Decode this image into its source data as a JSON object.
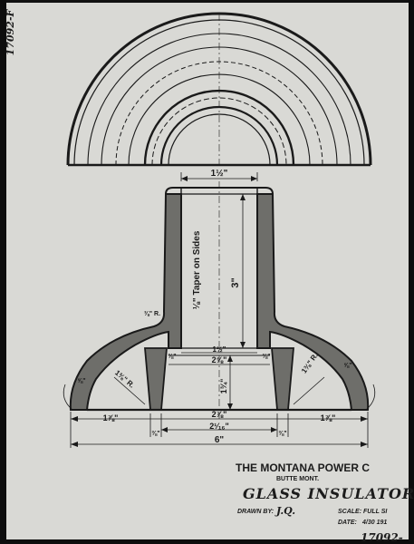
{
  "sheet": {
    "side_number": "17092-F",
    "bottom_number": "17092-",
    "colors": {
      "paper": "#d9d9d5",
      "ink": "#1a1a1a",
      "shade": "#6e6e6a",
      "border": "#0d0d0d"
    }
  },
  "dimensions": {
    "top_width": "1½\"",
    "taper_note": "⅛\" Taper on Sides",
    "inner_height": "3\"",
    "bore_bottom": "1½\"",
    "bore_mid": "2⅝\"",
    "pin_height": "1¾\"",
    "left_corner": "⅜\"",
    "right_corner": "⅜\"",
    "left_radius": "1⅜\" R.",
    "right_radius": "1⅜\" R.",
    "left_rim": "⅝\"",
    "right_rim": "⅝\"",
    "fillet": "⅜\" R.",
    "left_skirt": "⅜\"",
    "right_skirt": "⅜\"",
    "left_base": "1⅞\"",
    "right_base": "1⅞\"",
    "base_mid": "2⅞\"",
    "base_inner": "2¹⁄₁₆\"",
    "overall_width": "6\""
  },
  "title_block": {
    "company": "THE MONTANA POWER C",
    "city": "BUTTE MONT.",
    "title": "GLASS INSULATOR",
    "drawn_by_label": "DRAWN BY:",
    "drawn_by": "J.Q.",
    "scale_label": "SCALE:",
    "scale": "FULL SI",
    "date_label": "DATE:",
    "date": "4/30 191"
  }
}
